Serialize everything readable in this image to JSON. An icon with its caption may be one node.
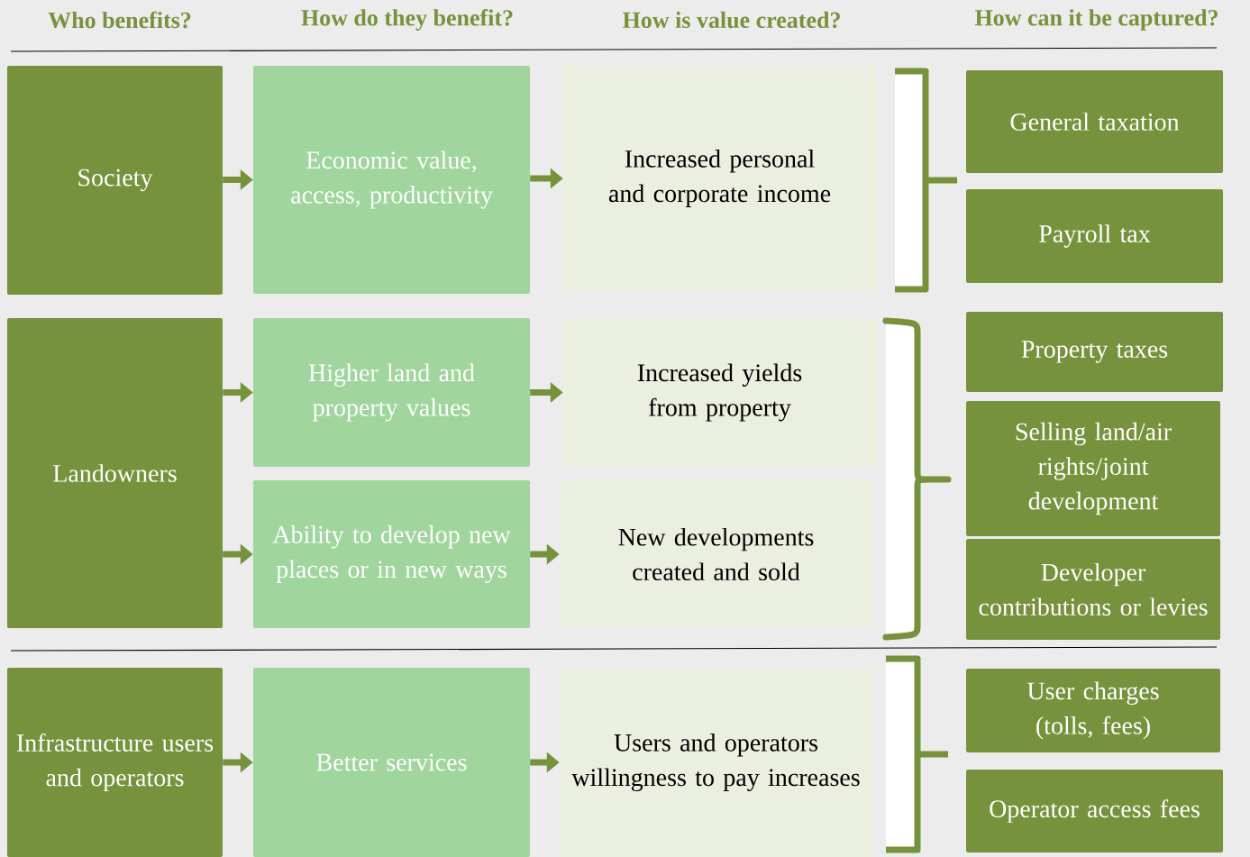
{
  "diagram": {
    "nodes": [
      {
        "text": [
          "Society"
        ]
      },
      {
        "text": [
          "Economic value, access, productivity"
        ]
      },
      {
        "text": [
          "Increased personal and corporate income"
        ]
      },
      {
        "text": [
          "General taxation"
        ]
      },
      {
        "text": [
          "Payroll tax"
        ]
      },
      {
        "text": [
          "Landowners"
        ]
      },
      {
        "text": [
          "Higher land and property values"
        ]
      },
      {
        "text": [
          "Ability to develop new places or in new ways"
        ]
      },
      {
        "text": [
          "Increased yields from property"
        ]
      },
      {
        "text": [
          "New developments created and sold"
        ]
      },
      {
        "text": [
          "Property taxes"
        ]
      },
      {
        "text": [
          "Selling land/air rights/joint development"
        ]
      },
      {
        "text": [
          "Developer contributions or levies"
        ]
      },
      {
        "text": [
          "Infrastructure users and operators"
        ]
      },
      {
        "text": [
          "Better services"
        ]
      },
      {
        "text": [
          "Users and operators willingness to pay increases"
        ]
      },
      {
        "text": [
          "User charges (tolls, fees)"
        ]
      },
      {
        "text": [
          "Operator access fees"
        ]
      }
    ],
    "edges": [
      {
        "from": 0,
        "to": 1,
        "arrow": "to"
      },
      {
        "from": 1,
        "to": 2,
        "arrow": "to"
      },
      {
        "from": 5,
        "to": 6,
        "arrow": "to"
      },
      {
        "from": 5,
        "to": 7,
        "arrow": "to"
      },
      {
        "from": 6,
        "to": 8,
        "arrow": "to"
      },
      {
        "from": 7,
        "to": 9,
        "arrow": "to"
      },
      {
        "from": 13,
        "to": 14,
        "arrow": "to"
      },
      {
        "from": 14,
        "to": 15,
        "arrow": "to"
      }
    ],
    "labels": [
      "Who benefits?",
      "How do they benefit?",
      "How is value created?",
      "How can it be captured?"
    ]
  }
}
